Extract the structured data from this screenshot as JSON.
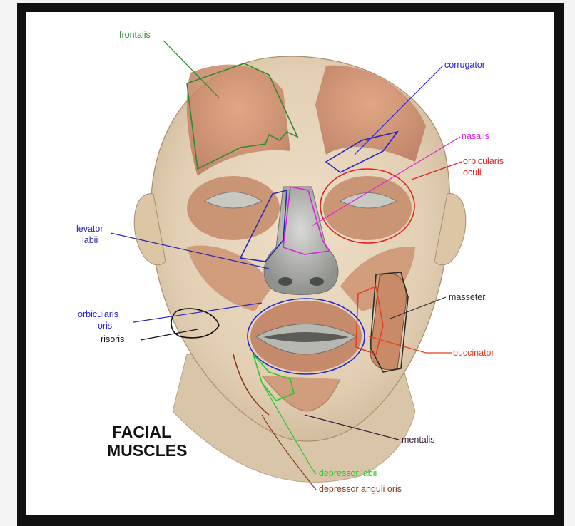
{
  "title": {
    "line1": "FACIAL",
    "line2": "MUSCLES"
  },
  "labels": {
    "frontalis": "frontalis",
    "corrugator": "corrugator",
    "nasalis": "nasalis",
    "orbicularis_oculi_1": "orbicularis",
    "orbicularis_oculi_2": "oculi",
    "levator_labii_1": "levator",
    "levator_labii_2": "labii",
    "orbicularis_oris_1": "orbicularis",
    "orbicularis_oris_2": "oris",
    "risoris": "risoris",
    "masseter": "masseter",
    "buccinator": "buccinator",
    "mentalis": "mentalis",
    "depressor_labii": "depressor labii",
    "depressor_anguli_oris": "depressor anguli oris"
  },
  "colors": {
    "frontalis": "#2e8b2e",
    "corrugator": "#2323d8",
    "nasalis": "#e020e0",
    "orbicularis_oculi": "#e02020",
    "levator_labii": "#2a2ab0",
    "orbicularis_oris": "#2323d8",
    "risoris": "#111111",
    "masseter": "#2b2b2b",
    "buccinator": "#e8401a",
    "mentalis": "#3a1a3a",
    "depressor_labii": "#22cc22",
    "depressor_anguli_oris": "#8b3a1a",
    "muscle": "#c98a68",
    "skin": "#e7d7bf"
  }
}
